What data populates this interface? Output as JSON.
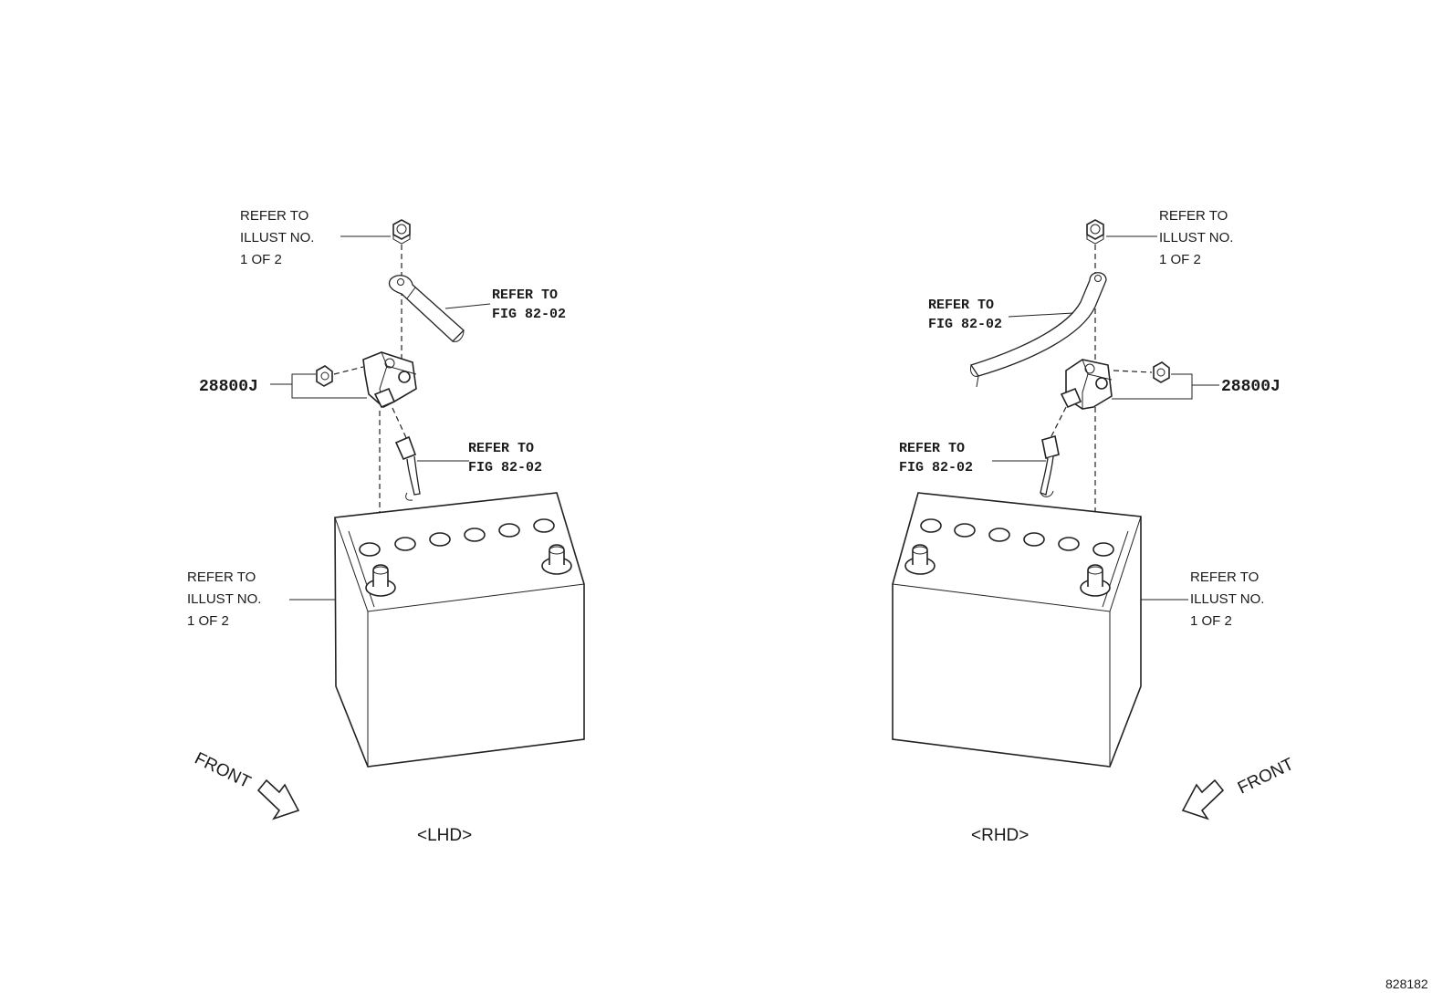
{
  "lhd": {
    "label": "<LHD>",
    "top_ref": [
      "REFER TO",
      "ILLUST NO.",
      "1 OF 2"
    ],
    "cable_ref": [
      "REFER TO",
      "FIG 82-02"
    ],
    "lower_ref": [
      "REFER TO",
      "FIG 82-02"
    ],
    "battery_ref": [
      "REFER TO",
      "ILLUST NO.",
      "1 OF 2"
    ],
    "part_number": "28800J",
    "front_label": "FRONT"
  },
  "rhd": {
    "label": "<RHD>",
    "top_ref": [
      "REFER TO",
      "ILLUST NO.",
      "1 OF 2"
    ],
    "cable_ref": [
      "REFER TO",
      "FIG 82-02"
    ],
    "lower_ref": [
      "REFER TO",
      "FIG 82-02"
    ],
    "battery_ref": [
      "REFER TO",
      "ILLUST NO.",
      "1 OF 2"
    ],
    "part_number": "28800J",
    "front_label": "FRONT"
  },
  "figure_ref": "828182"
}
